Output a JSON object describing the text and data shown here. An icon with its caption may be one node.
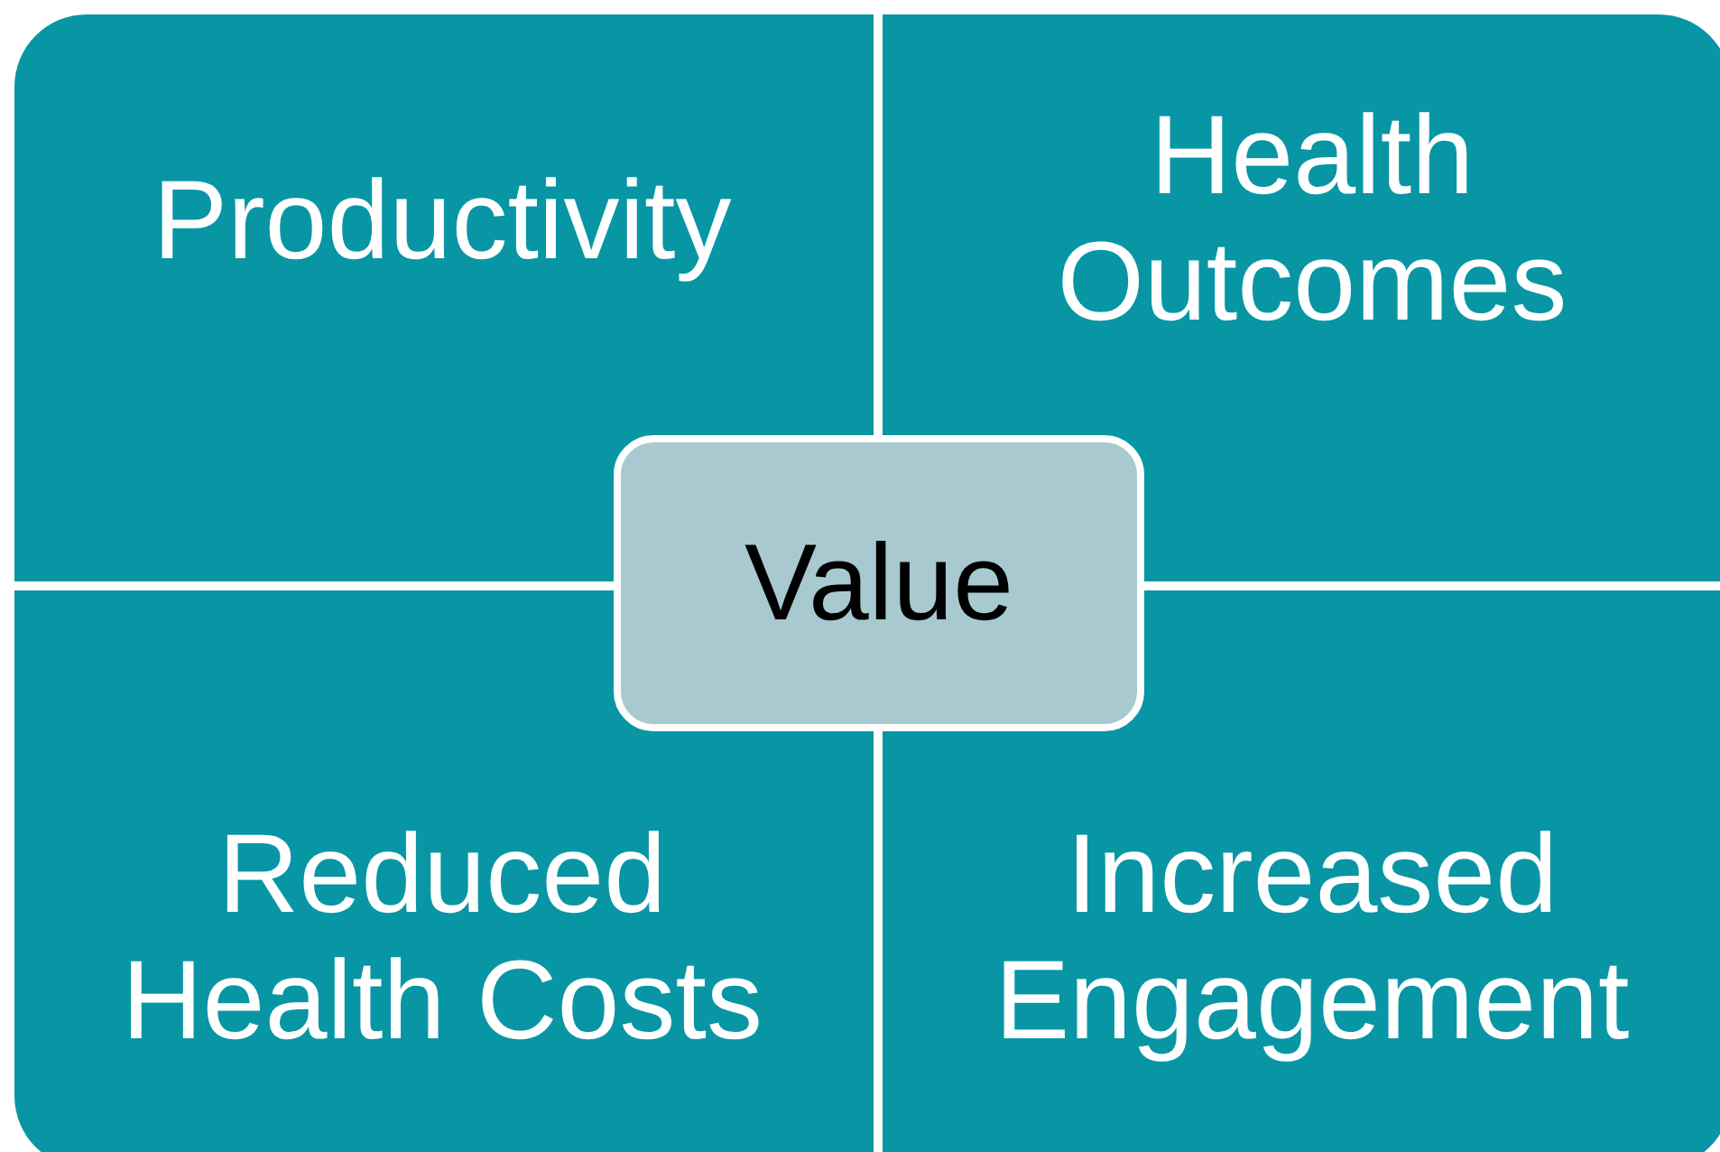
{
  "diagram": {
    "nodes": [
      {
        "text": [
          "Productivity"
        ]
      },
      {
        "text": [
          "Health Outcomes"
        ]
      },
      {
        "text": [
          "Value"
        ]
      },
      {
        "text": [
          "Reduced Health Costs"
        ]
      },
      {
        "text": [
          "Increased Engagement"
        ]
      }
    ]
  }
}
